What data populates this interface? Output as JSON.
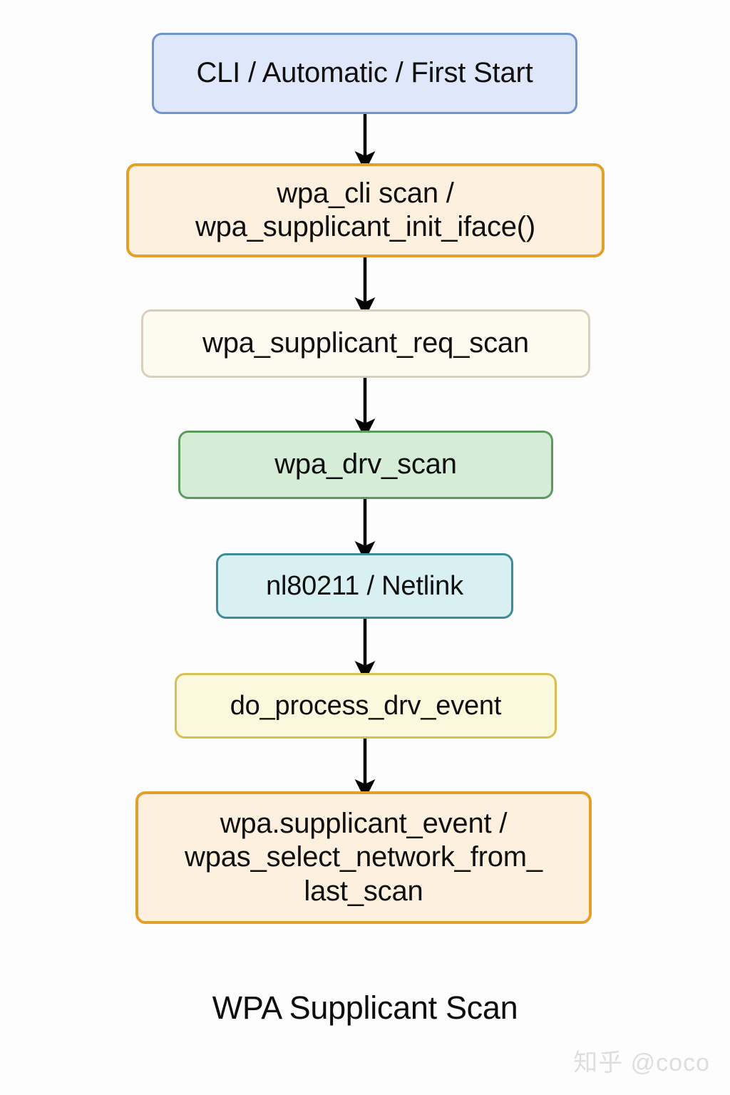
{
  "diagram": {
    "title": "WPA Supplicant Scan",
    "background_color": "#fdfdfd",
    "orientation": "top-to-bottom",
    "arrow_color": "#000000",
    "nodes": [
      {
        "id": "start",
        "label": "CLI / Automatic / First Start",
        "fill": "#dfe7fb",
        "stroke": "#6f94cd",
        "shape": "rounded-rect"
      },
      {
        "id": "wpa-cli",
        "label": "wpa_cli scan /\nwpa_supplicant_init_iface()",
        "fill": "#fdf0de",
        "stroke": "#e0a02a",
        "shape": "rounded-rect"
      },
      {
        "id": "req-scan",
        "label": "wpa_supplicant_req_scan",
        "fill": "#fdfaef",
        "stroke": "#d8d0bb",
        "shape": "rounded-rect"
      },
      {
        "id": "drv-scan",
        "label": "wpa_drv_scan",
        "fill": "#d5edd7",
        "stroke": "#5e9a5e",
        "shape": "rounded-rect"
      },
      {
        "id": "nl80211",
        "label": "nl80211 / Netlink",
        "fill": "#d9f0f2",
        "stroke": "#3d8d98",
        "shape": "rounded-rect"
      },
      {
        "id": "drv-event",
        "label": "do_process_drv_event",
        "fill": "#fcf8dd",
        "stroke": "#d9bf53",
        "shape": "rounded-rect"
      },
      {
        "id": "supplicant-event",
        "label": "wpa.supplicant_event /\nwpas_select_network_from_\nlast_scan",
        "fill": "#fdf0de",
        "stroke": "#e0a02a",
        "shape": "rounded-rect"
      }
    ],
    "edges": [
      {
        "from": "start",
        "to": "wpa-cli",
        "label": ""
      },
      {
        "from": "wpa-cli",
        "to": "req-scan",
        "label": ""
      },
      {
        "from": "req-scan",
        "to": "drv-scan",
        "label": ""
      },
      {
        "from": "drv-scan",
        "to": "nl80211",
        "label": ""
      },
      {
        "from": "nl80211",
        "to": "drv-event",
        "label": ""
      },
      {
        "from": "drv-event",
        "to": "supplicant-event",
        "label": ""
      }
    ]
  },
  "watermark": {
    "text": "知乎 @coco",
    "color": "#dedede"
  }
}
